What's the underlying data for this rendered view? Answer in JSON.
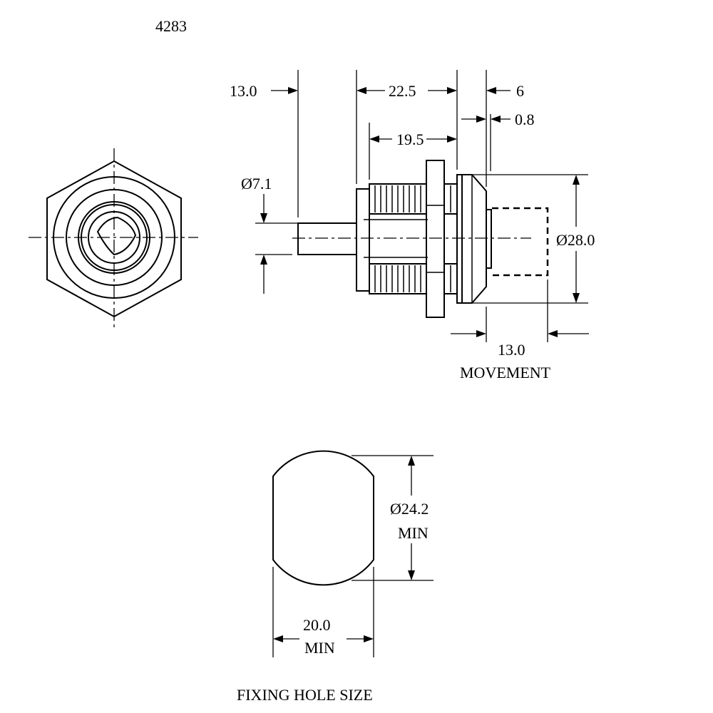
{
  "part_number": "4283",
  "dimensions": {
    "shaft_length": "13.0",
    "body_length": "22.5",
    "thread_length": "19.5",
    "flange_thickness": "6",
    "washer_thickness": "0.8",
    "shaft_diameter": "Ø7.1",
    "flange_diameter": "Ø28.0",
    "movement_value": "13.0",
    "movement_label": "MOVEMENT",
    "hole_diameter": "Ø24.2",
    "hole_diameter_qualifier": "MIN",
    "hole_width": "20.0",
    "hole_width_qualifier": "MIN"
  },
  "caption": "FIXING HOLE SIZE"
}
